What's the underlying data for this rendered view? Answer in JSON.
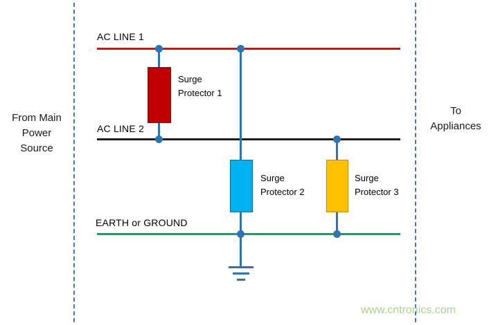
{
  "diagram": {
    "source_label": "From Main\nPower\nSource",
    "destination_label": "To\nAppliances",
    "lines": {
      "ac1": {
        "label": "AC LINE 1",
        "color": "#ff0000"
      },
      "ac2": {
        "label": "AC LINE 2",
        "color": "#1f1a17"
      },
      "earth": {
        "label": "EARTH or GROUND",
        "color": "#00b050"
      }
    },
    "protectors": {
      "sp1": {
        "label": "Surge\nProtector 1",
        "fill": "#c00000"
      },
      "sp2": {
        "label": "Surge\nProtector 2",
        "fill": "#00b0f0"
      },
      "sp3": {
        "label": "Surge\nProtector 3",
        "fill": "#ffc000"
      }
    },
    "style": {
      "boundary_dash_color": "#4472c4",
      "connector_color": "#2e74b5",
      "dot_color": "#2e74b5",
      "watermark_color": "#a9d18e"
    },
    "watermark": "www.cntronics.com"
  }
}
